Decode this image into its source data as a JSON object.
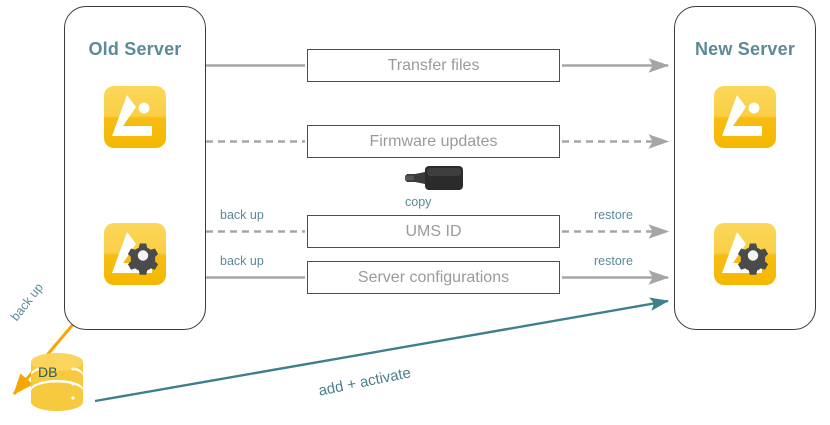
{
  "diagram": {
    "title_old": "Old Server",
    "title_new": "New Server",
    "colors": {
      "title_text": "#5b8a99",
      "box_text": "#9a9a9a",
      "box_border": "#4d4d4d",
      "panel_border": "#3a3a3a",
      "connector_gray": "#a6a6a6",
      "connector_teal": "#3f7f8c",
      "arrow_orange": "#f5a700",
      "db_gold": "#f7c93e",
      "db_label": "#2d5c5c",
      "label_teal": "#5b8a99"
    }
  },
  "boxes": [
    {
      "id": "transfer",
      "label": "Transfer files"
    },
    {
      "id": "firmware",
      "label": "Firmware updates"
    },
    {
      "id": "ums",
      "label": "UMS ID"
    },
    {
      "id": "config",
      "label": "Server configurations"
    }
  ],
  "labels": {
    "backup_1": "back up",
    "backup_2": "back up",
    "restore_1": "restore",
    "restore_2": "restore",
    "copy": "copy",
    "backup_db": "back up",
    "add_activate": "add + activate",
    "db": "DB"
  },
  "icons": {
    "app": "app-icon",
    "app_settings": "app-settings-gear-icon",
    "usb": "usb-stick-icon",
    "database": "database-cylinder-icon"
  }
}
